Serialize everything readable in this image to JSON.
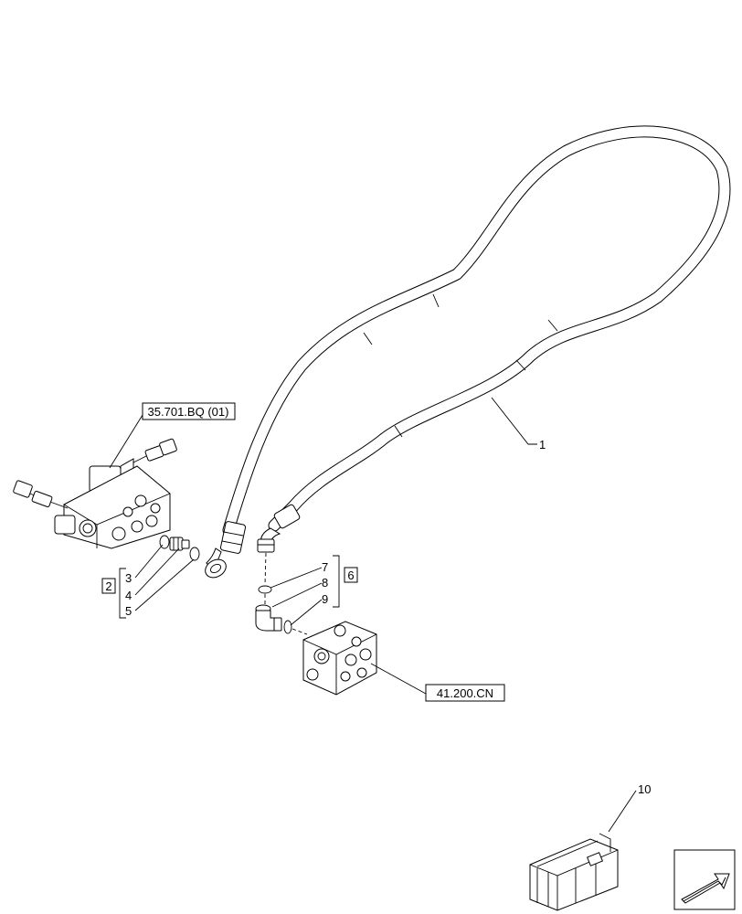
{
  "references": {
    "ref_top": "35.701.BQ (01)",
    "ref_bottom": "41.200.CN"
  },
  "groups": {
    "group_left": "2",
    "group_right": "6"
  },
  "callouts": {
    "c1": "1",
    "c3": "3",
    "c4": "4",
    "c5": "5",
    "c7": "7",
    "c8": "8",
    "c9": "9",
    "c10": "10"
  },
  "icons": {
    "nav": "next-page-arrow-icon",
    "kit": "crate-icon"
  }
}
